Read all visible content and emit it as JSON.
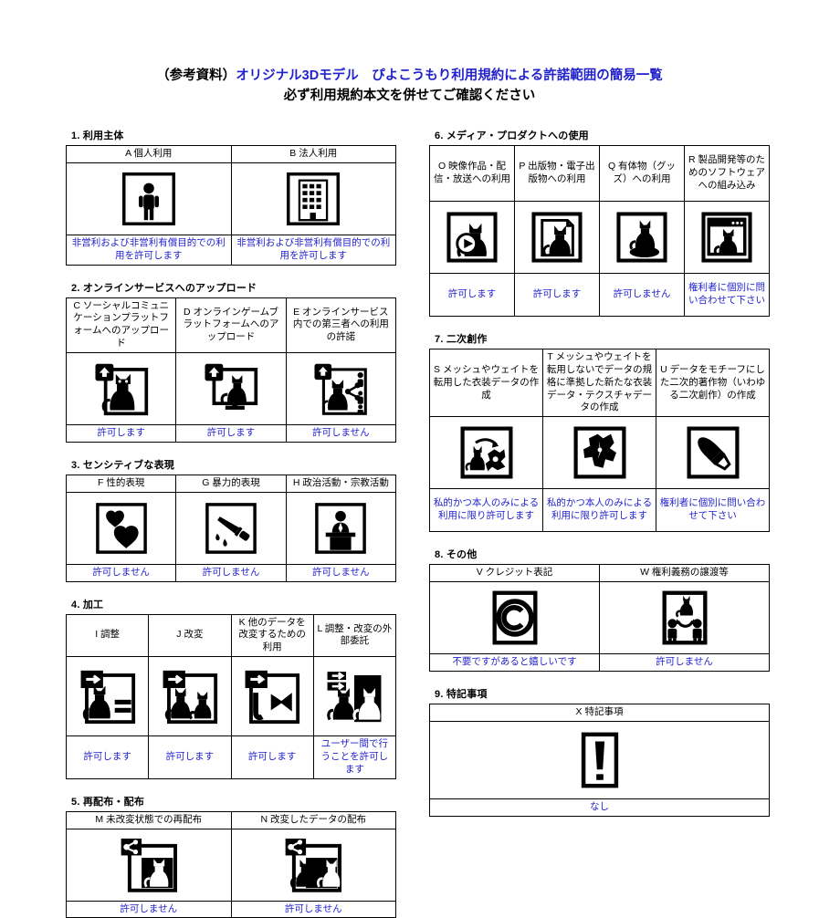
{
  "title": {
    "line1_prefix": "（参考資料）",
    "line1_blue": "オリジナル3Dモデル　ぴよこうもり利用規約による許諾範囲の簡易一覧",
    "line2": "必ず利用規約本文を併せてご確認ください"
  },
  "colors": {
    "note_blue": "#2222cc",
    "title_blue": "#2222cc",
    "border": "#000000",
    "background": "#ffffff"
  },
  "left_column": [
    {
      "number": "1.",
      "heading": "1. 利用主体",
      "columns": [
        {
          "id": "A",
          "header": "A 個人利用",
          "icon": "person-icon",
          "note": "非営利および非営利有償目的での利用を許可します"
        },
        {
          "id": "B",
          "header": "B 法人利用",
          "icon": "building-icon",
          "note": "非営利および非営利有償目的での利用を許可します"
        }
      ]
    },
    {
      "number": "2.",
      "heading": "2. オンラインサービスへのアップロード",
      "columns": [
        {
          "id": "C",
          "header": "C ソーシャルコミュニケーションプラットフォームへのアップロード",
          "icon": "upload-cat-icon",
          "note": "許可します"
        },
        {
          "id": "D",
          "header": "D オンラインゲームブラットフォームへのアップロード",
          "icon": "upload-cat-monitor-icon",
          "note": "許可します"
        },
        {
          "id": "E",
          "header": "E オンラインサービス内での第三者への利用の許諾",
          "icon": "upload-cat-share-icon",
          "note": "許可しません"
        }
      ]
    },
    {
      "number": "3.",
      "heading": "3. センシティブな表現",
      "columns": [
        {
          "id": "F",
          "header": "F 性的表現",
          "icon": "hearts-icon",
          "note": "許可しません"
        },
        {
          "id": "G",
          "header": "G 暴力的表現",
          "icon": "knife-icon",
          "note": "許可しません"
        },
        {
          "id": "H",
          "header": "H 政治活動・宗教活動",
          "icon": "podium-speaker-icon",
          "note": "許可しません"
        }
      ]
    },
    {
      "number": "4.",
      "heading": "4. 加工",
      "columns": [
        {
          "id": "I",
          "header": "I 調整",
          "icon": "arrow-cat-equals-icon",
          "note": "許可します"
        },
        {
          "id": "J",
          "header": "J 改変",
          "icon": "arrow-two-cats-icon",
          "note": "許可します"
        },
        {
          "id": "K",
          "header": "K 他のデータを改変するための利用",
          "icon": "arrow-cat-ribbon-icon",
          "note": "許可します"
        },
        {
          "id": "L",
          "header": "L 調整・改変の外部委託",
          "icon": "two-cats-transfer-icon",
          "note": "ユーザー間で行うことを許可します"
        }
      ]
    },
    {
      "number": "5.",
      "heading": "5. 再配布・配布",
      "columns": [
        {
          "id": "M",
          "header": "M 未改変状態での再配布",
          "icon": "share-cat-icon",
          "note": "許可しません"
        },
        {
          "id": "N",
          "header": "N 改変したデータの配布",
          "icon": "share-modified-cat-icon",
          "note": "許可しません"
        }
      ]
    }
  ],
  "right_column": [
    {
      "number": "6.",
      "heading": "6. メディア・プロダクトへの使用",
      "columns": [
        {
          "id": "O",
          "header": "O 映像作品・配信・放送への利用",
          "icon": "video-play-cat-icon",
          "note": "許可します"
        },
        {
          "id": "P",
          "header": "P 出版物・電子出版物への利用",
          "icon": "document-cat-icon",
          "note": "許可します"
        },
        {
          "id": "Q",
          "header": "Q 有体物（グッズ）への利用",
          "icon": "figurine-cat-icon",
          "note": "許可しません"
        },
        {
          "id": "R",
          "header": "R 製品開発等のためのソフトウェアへの組み込み",
          "icon": "software-window-cat-icon",
          "note": "権利者に個別に問い合わせて下さい"
        }
      ]
    },
    {
      "number": "7.",
      "heading": "7. 二次創作",
      "columns": [
        {
          "id": "S",
          "header": "S メッシュやウェイトを転用した衣装データの作成",
          "icon": "cat-to-costume-icon",
          "note": "私的かつ本人のみによる利用に限り許可します"
        },
        {
          "id": "T",
          "header": "T メッシュやウェイトを転用しないでデータの規格に準拠した新たな衣装データ・テクスチャデータの作成",
          "icon": "costume-pieces-icon",
          "note": "私的かつ本人のみによる利用に限り許可します"
        },
        {
          "id": "U",
          "header": "U データをモチーフにした二次的著作物（いわゆる二次創作）の作成",
          "icon": "paintbrush-icon",
          "note": "権利者に個別に問い合わせて下さい"
        }
      ]
    },
    {
      "number": "8.",
      "heading": "8. その他",
      "columns": [
        {
          "id": "V",
          "header": "V クレジット表記",
          "icon": "copyright-icon",
          "note": "不要ですがあると嬉しいです"
        },
        {
          "id": "W",
          "header": "W 権利義務の譲渡等",
          "icon": "transfer-rights-icon",
          "note": "許可しません"
        }
      ]
    },
    {
      "number": "9.",
      "heading": "9. 特記事項",
      "columns": [
        {
          "id": "X",
          "header": "X 特記事項",
          "icon": "exclamation-icon",
          "note": "なし"
        }
      ]
    }
  ]
}
